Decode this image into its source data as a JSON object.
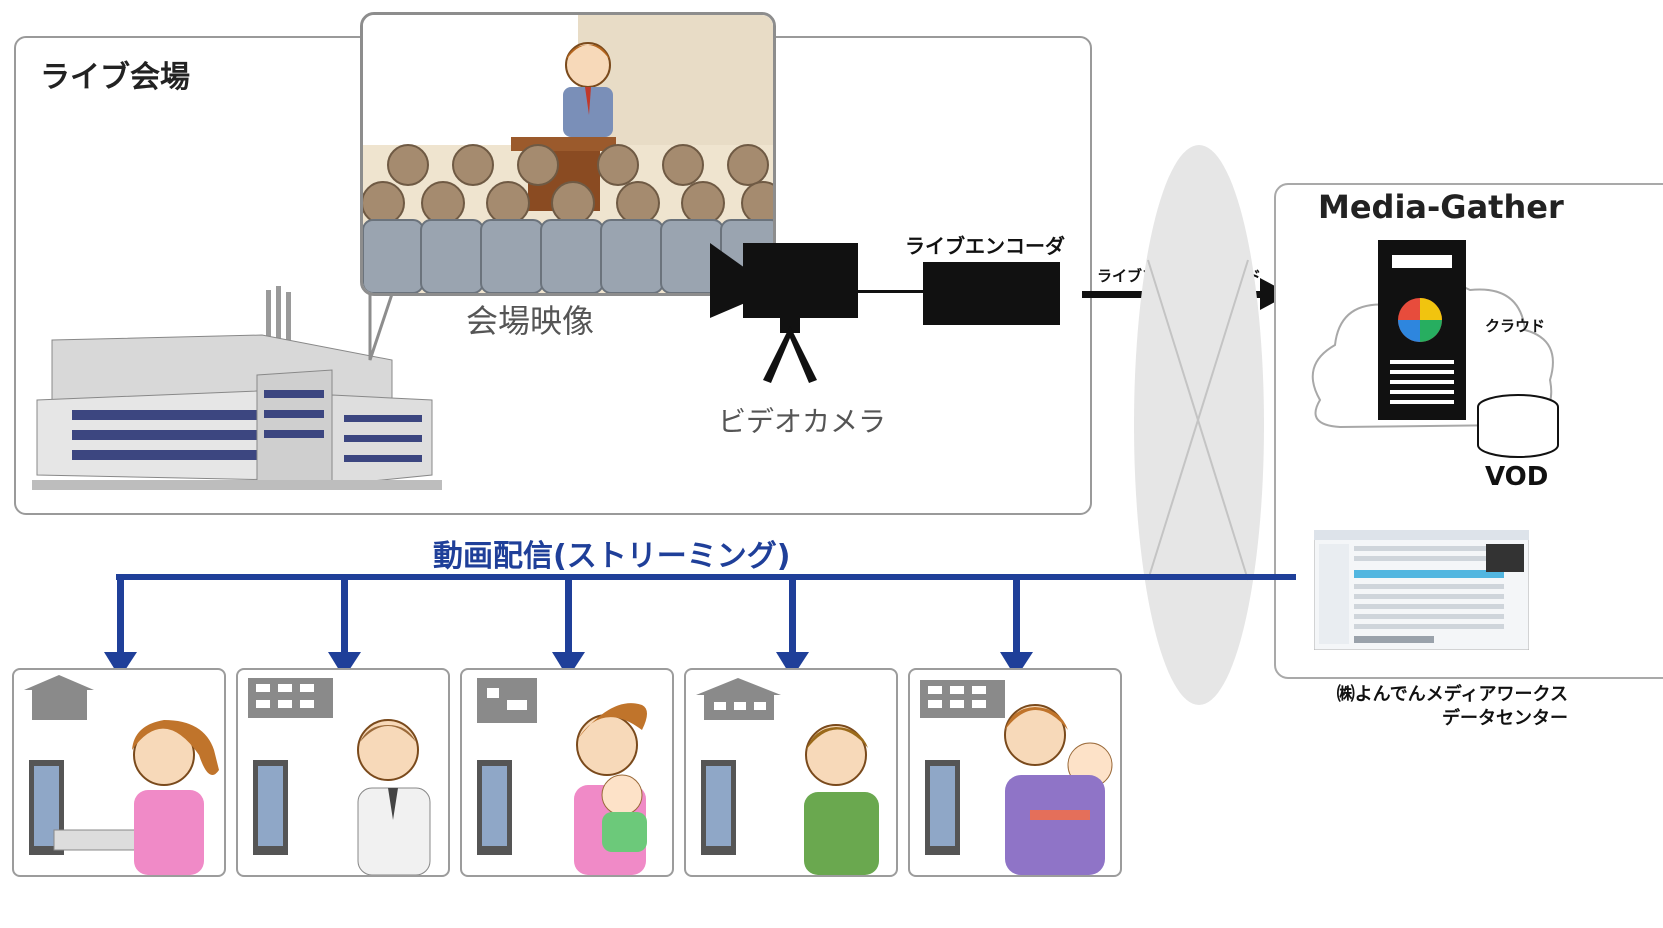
{
  "venue": {
    "title": "ライブ会場",
    "venue_image_caption": "会場映像",
    "camera_caption": "ビデオカメラ",
    "encoder_label": "ライブエンコーダ"
  },
  "feed_label": "ライブソースのフィード",
  "cloud": {
    "service_title": "Media-Gather",
    "cloud_label": "クラウド",
    "vod_label": "VOD"
  },
  "datacenter": {
    "line1": "㈱よんでんメディアワークス",
    "line2": "データセンター"
  },
  "streaming_label": "動画配信(ストリーミング)",
  "colors": {
    "stream_blue": "#1f3f99",
    "building_stripe": "#3c4680",
    "box_border": "#9a9a9a"
  },
  "viewers": [
    {
      "house": "house-icon"
    },
    {
      "house": "building-icon"
    },
    {
      "house": "house-icon"
    },
    {
      "house": "house-icon"
    },
    {
      "house": "building-icon"
    }
  ]
}
